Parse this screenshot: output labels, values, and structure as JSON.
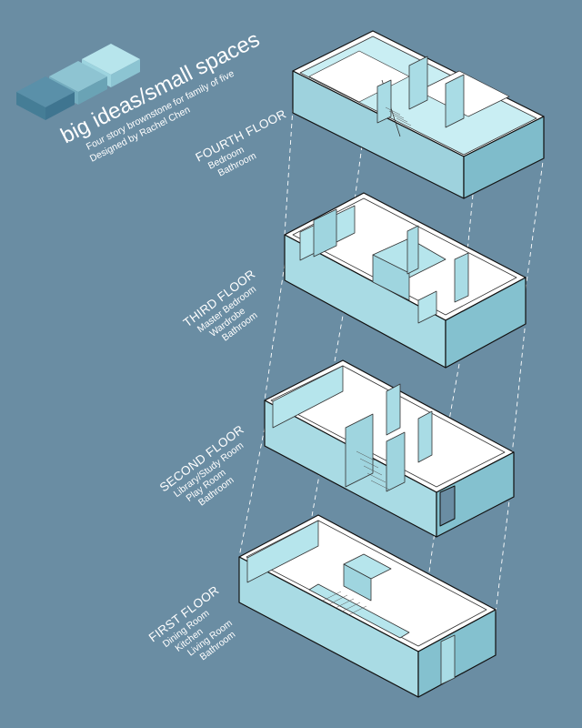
{
  "header": {
    "title": "big ideas/small spaces",
    "subtitle_1": "Four story brownstone for family of five",
    "subtitle_2": "Designed by Rachel Chen"
  },
  "floors": [
    {
      "name": "FOURTH FLOOR",
      "rooms": [
        "Bedroom",
        "Bathroom"
      ]
    },
    {
      "name": "THIRD FLOOR",
      "rooms": [
        "Master Bedroom",
        "Wardrobe",
        "Bathroom"
      ]
    },
    {
      "name": "SECOND FLOOR",
      "rooms": [
        "Library/Study Room",
        "Play Room",
        "Bathroom"
      ]
    },
    {
      "name": "FIRST FLOOR",
      "rooms": [
        "Dining Room",
        "Kitchen",
        "Living Room",
        "Bathroom"
      ]
    }
  ],
  "colors": {
    "background": "#6a8da3",
    "wall_light": "#b5e4ec",
    "wall_mid": "#9ed2dd",
    "wall_dark": "#7fbccb",
    "floor": "#ffffff",
    "outline": "#111111",
    "swatch_dark": "#4a7f99",
    "swatch_mid": "#7fb6c7",
    "swatch_light": "#b7e5ec"
  }
}
